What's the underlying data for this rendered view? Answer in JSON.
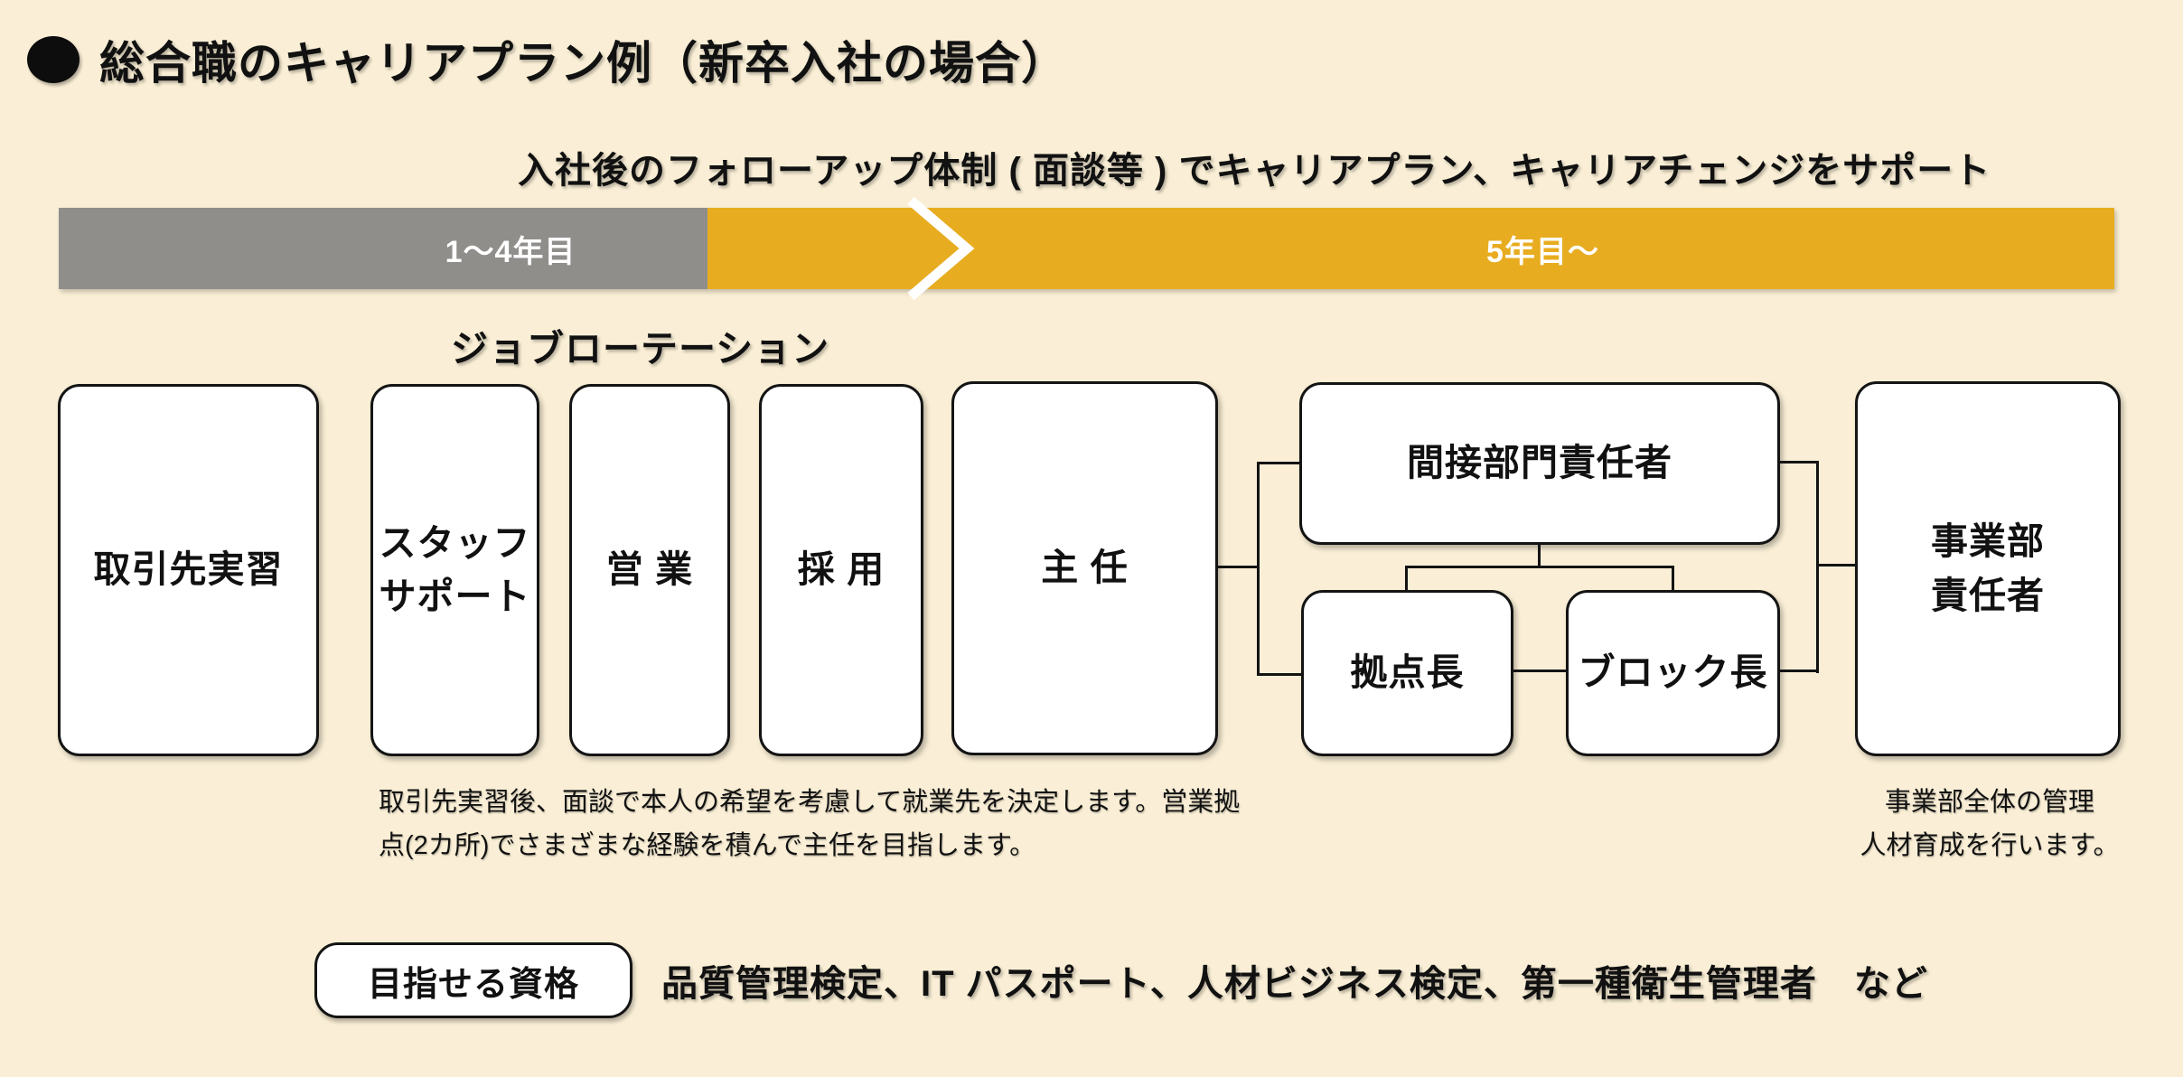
{
  "title": {
    "bullet": "",
    "text": "総合職のキャリアプラン例（新卒入社の場合）"
  },
  "subtitle": "入社後のフォローアップ体制 ( 面談等 ) でキャリアプラン、キャリアチェンジをサポート",
  "timeline": {
    "phase1_label": "1〜4年目",
    "phase2_label": "5年目〜",
    "phase1_color": "#908E8B",
    "phase2_color": "#E8AC20",
    "chevron_icon": "chevron-right"
  },
  "job_rotation_label": "ジョブローテーション",
  "boxes": {
    "client_training": "取引先実習",
    "staff_support": [
      "スタッフ",
      "サポート"
    ],
    "sales": "営 業",
    "recruiting": "採 用",
    "chief": "主 任",
    "indirect_dept_manager": "間接部門責任者",
    "branch_manager": "拠点長",
    "block_manager": "ブロック長",
    "division_manager": [
      "事業部",
      "責任者"
    ]
  },
  "notes": {
    "left": [
      "取引先実習後、面談で本人の希望を考慮して就業先を決定します。営業拠",
      "点(2カ所)でさまざまな経験を積んで主任を目指します。"
    ],
    "right": [
      "事業部全体の管理",
      "人材育成を行います。"
    ]
  },
  "qualifications": {
    "badge_label": "目指せる資格",
    "list_text": "品質管理検定、IT パスポート、人材ビジネス検定、第一種衛生管理者　など"
  },
  "colors": {
    "background": "#FAEFD6",
    "bar_gray": "#908E8B",
    "bar_orange": "#E8AC20",
    "box_fill": "#FFFFFF",
    "line": "#141414",
    "text": "#111111"
  }
}
